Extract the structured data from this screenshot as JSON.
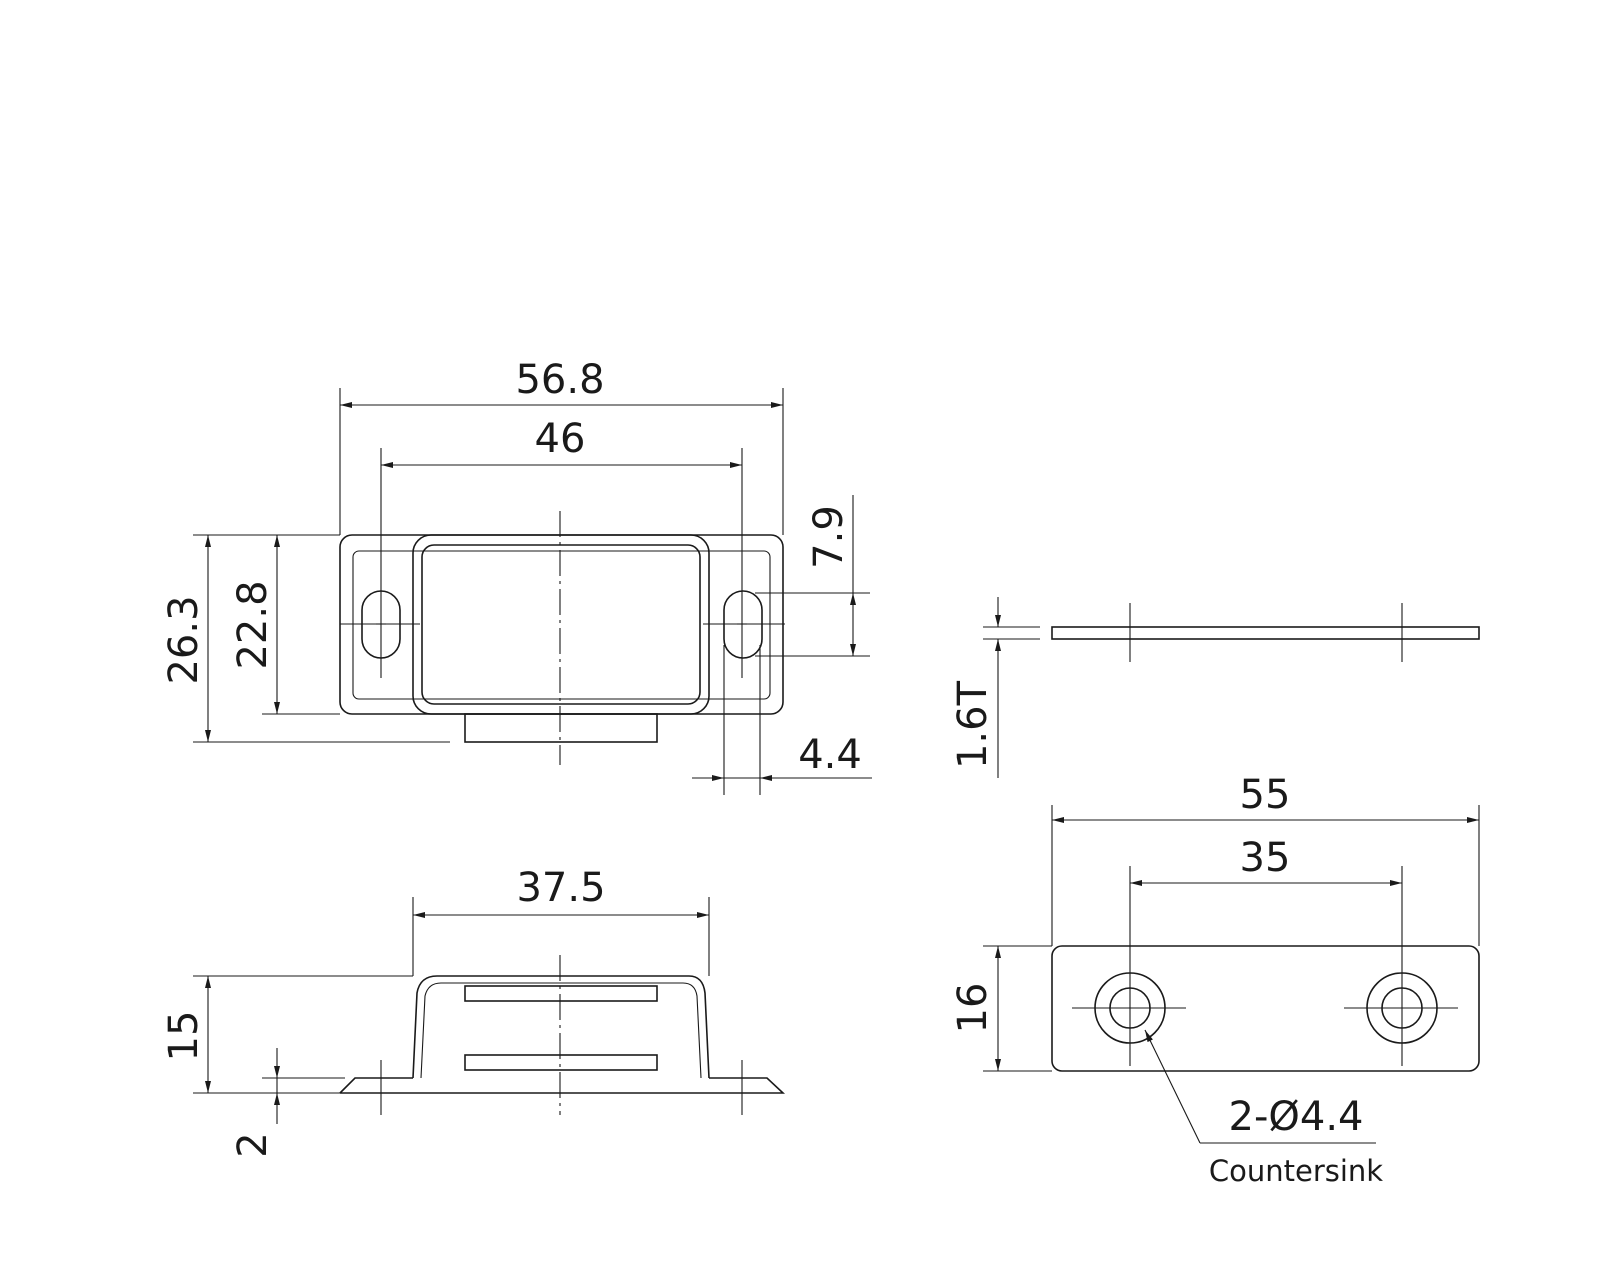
{
  "dimensions": {
    "overall_width": "56.8",
    "hole_pitch": "46",
    "overall_height": "26.3",
    "body_height": "22.8",
    "slot_length": "7.9",
    "slot_width": "4.4",
    "body_width": "37.5",
    "total_height": "15",
    "flange_thickness": "2",
    "plate_thickness": "1.6T",
    "plate_length": "55",
    "plate_hole_pitch": "35",
    "plate_width": "16"
  },
  "notes": {
    "hole_callout": "2-Ø4.4",
    "hole_type": "Countersink"
  }
}
